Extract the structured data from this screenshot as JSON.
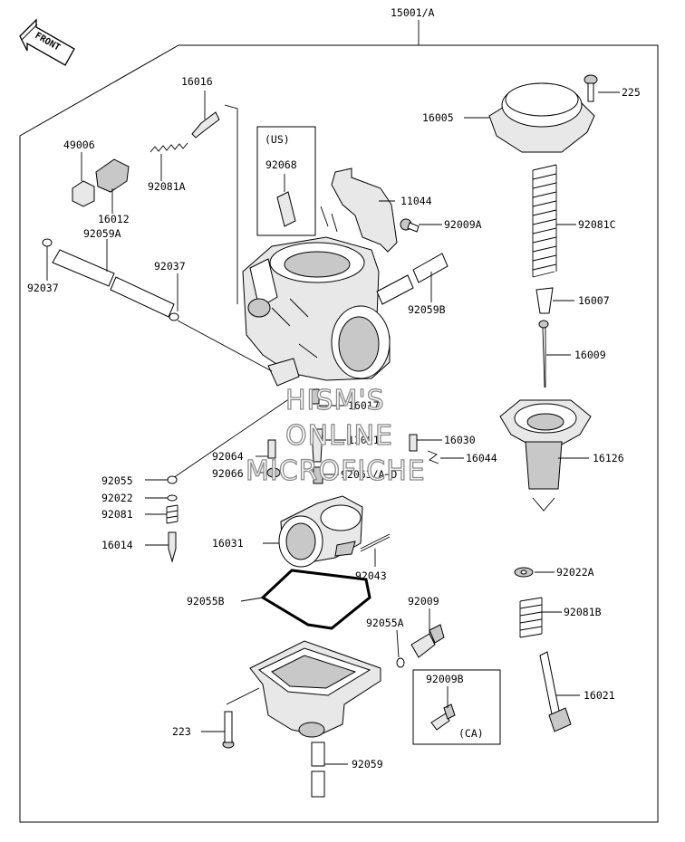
{
  "assembly": {
    "number": "15001/A"
  },
  "front_marker": {
    "text": "FRONT"
  },
  "boxes": {
    "us": {
      "title": "(US)",
      "part": "92068"
    },
    "ca": {
      "title": "(CA)",
      "part": "92009B"
    }
  },
  "labels": {
    "p225": "225",
    "p16005": "16005",
    "p16016": "16016",
    "p49006": "49006",
    "p92081A": "92081A",
    "p16012": "16012",
    "p92059A": "92059A",
    "p92037_left": "92037",
    "p92037_mid": "92037",
    "p11044": "11044",
    "p92009A": "92009A",
    "p92081C": "92081C",
    "p92059B": "92059B",
    "p16007": "16007",
    "p16009": "16009",
    "p16017": "16017",
    "p13091": "13091",
    "p16030": "16030",
    "p92064": "92064",
    "p16044": "16044",
    "p16126": "16126",
    "p92055": "92055",
    "p92066": "92066",
    "p92063": "92063/A~D",
    "p92022": "92022",
    "p92081": "92081",
    "p16014": "16014",
    "p16031": "16031",
    "p92043": "92043",
    "p92022A": "92022A",
    "p92055B": "92055B",
    "p92009": "92009",
    "p92081B": "92081B",
    "p92055A": "92055A",
    "p16021": "16021",
    "p223": "223",
    "p92059": "92059"
  },
  "watermark": {
    "line1": "HISM'S",
    "line2": "ONLINE",
    "line3": "MICROFICHE"
  }
}
